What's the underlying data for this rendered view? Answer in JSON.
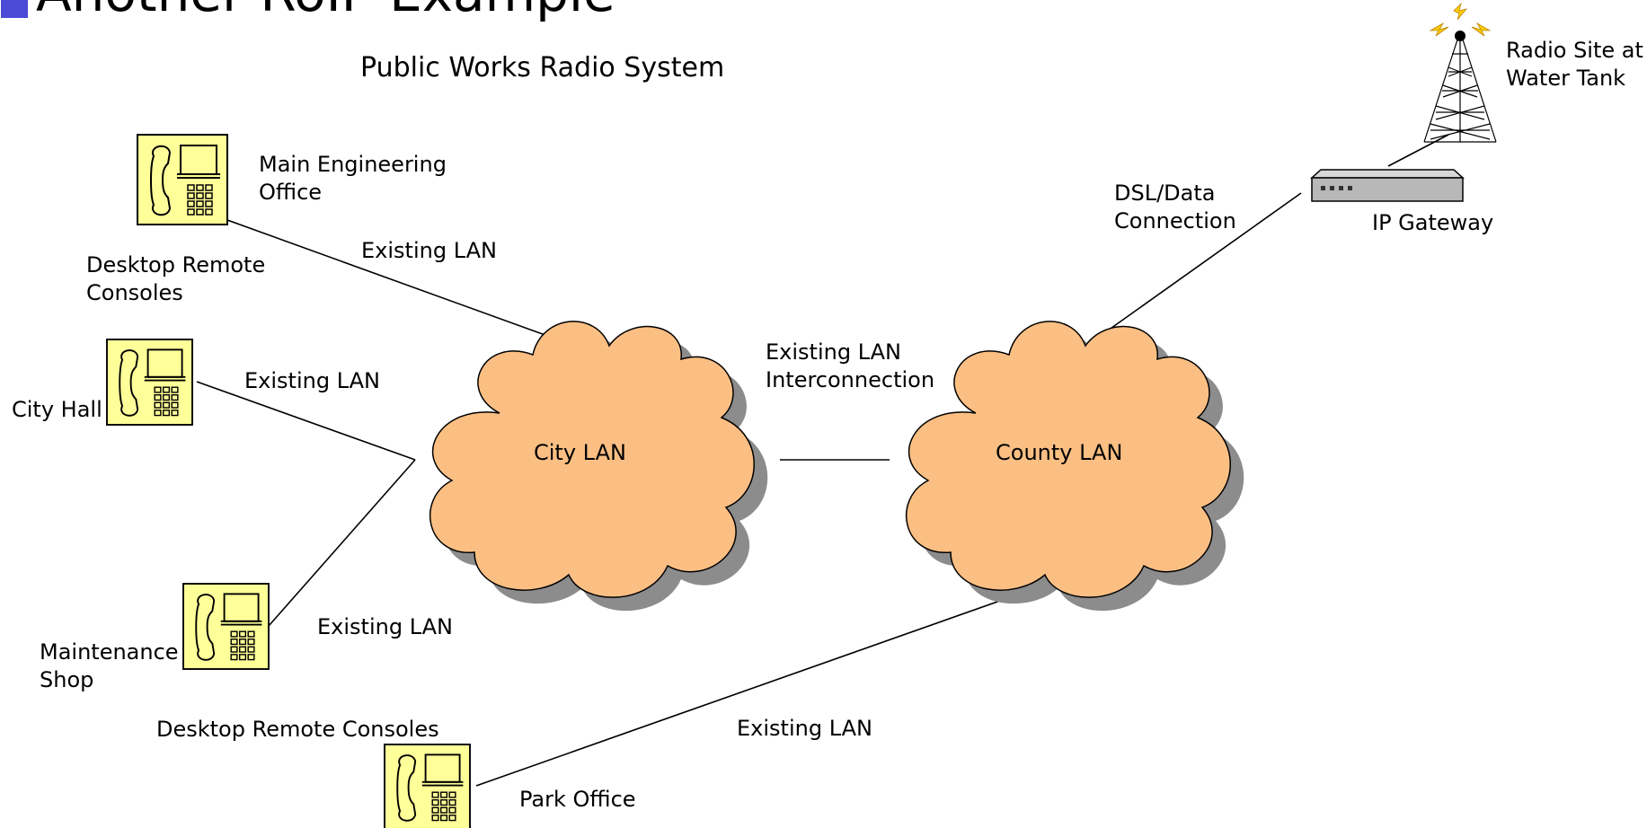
{
  "slide": {
    "title_fragment": "Another RoIP Example",
    "subtitle": "Public Works Radio System",
    "accent_color": "#4a4ad6"
  },
  "clouds": {
    "city": "City LAN",
    "county": "County LAN",
    "fill": "#fbbf84",
    "shadow": "#8c8c8c"
  },
  "consoles": {
    "main_engineering": "Main Engineering\nOffice",
    "desktop_remote_top": "Desktop Remote\nConsoles",
    "city_hall": "City Hall",
    "maintenance_shop": "Maintenance\nShop",
    "desktop_remote_bottom": "Desktop Remote Consoles",
    "park_office": "Park Office",
    "icon_fill": "#ffff99"
  },
  "links": {
    "lan_main": "Existing LAN",
    "lan_city_hall": "Existing LAN",
    "lan_maintenance": "Existing LAN",
    "lan_park": "Existing LAN",
    "lan_interconnect": "Existing LAN\nInterconnection",
    "dsl": "DSL/Data\nConnection"
  },
  "radio": {
    "gateway": "IP Gateway",
    "site": "Radio Site at\nWater Tank"
  }
}
